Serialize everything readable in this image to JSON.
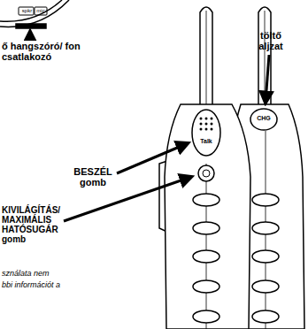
{
  "diagram": {
    "labels": [
      "spkr",
      "mic",
      "ő hangszóró/ fon csatlakozó",
      "BESZÉL gomb",
      "Talk",
      "KIVILÁGÍTÁS/ MAXIMÁLIS HATÓSUGÁR gomb",
      "töltő aljzat",
      "CHG",
      "sználata nem",
      "bbi információt a"
    ]
  }
}
